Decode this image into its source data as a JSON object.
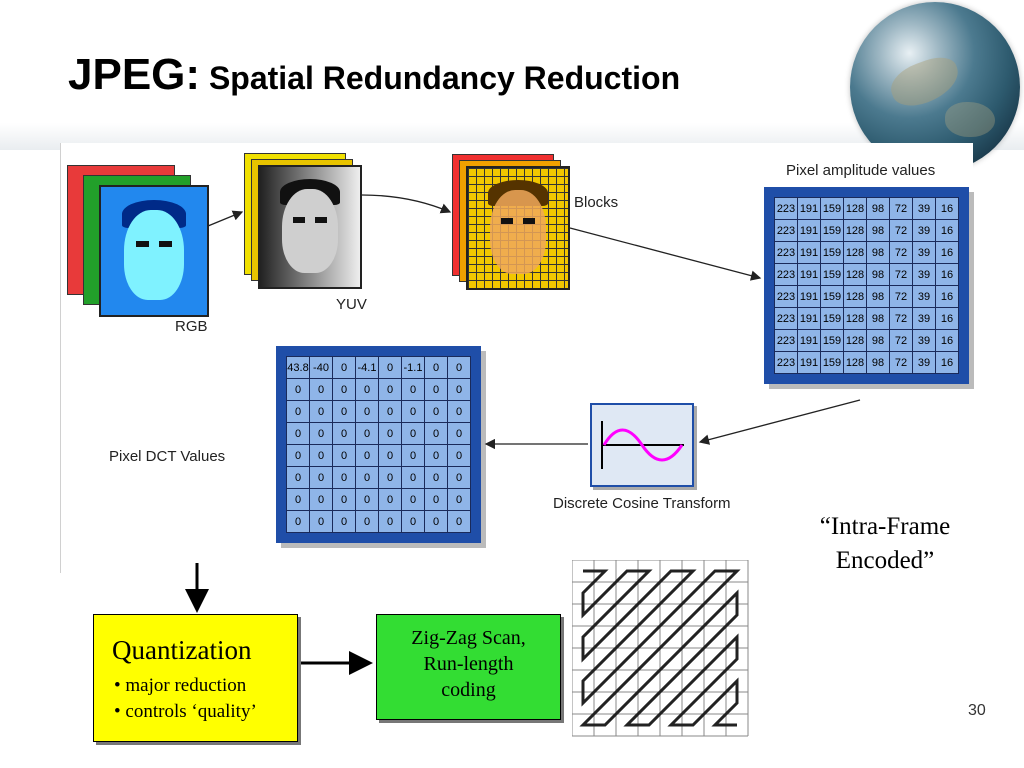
{
  "slide": {
    "title_main": "JPEG:",
    "title_sub": "Spatial Redundancy Reduction",
    "page_number": "30"
  },
  "diagram": {
    "labels": {
      "rgb": "RGB",
      "yuv": "YUV",
      "blocks": "Blocks",
      "pixel_amplitude": "Pixel amplitude values",
      "pixel_dct": "Pixel DCT Values",
      "dct": "Discrete Cosine Transform"
    },
    "amplitude_values": [
      [
        "223",
        "191",
        "159",
        "128",
        "98",
        "72",
        "39",
        "16"
      ],
      [
        "223",
        "191",
        "159",
        "128",
        "98",
        "72",
        "39",
        "16"
      ],
      [
        "223",
        "191",
        "159",
        "128",
        "98",
        "72",
        "39",
        "16"
      ],
      [
        "223",
        "191",
        "159",
        "128",
        "98",
        "72",
        "39",
        "16"
      ],
      [
        "223",
        "191",
        "159",
        "128",
        "98",
        "72",
        "39",
        "16"
      ],
      [
        "223",
        "191",
        "159",
        "128",
        "98",
        "72",
        "39",
        "16"
      ],
      [
        "223",
        "191",
        "159",
        "128",
        "98",
        "72",
        "39",
        "16"
      ],
      [
        "223",
        "191",
        "159",
        "128",
        "98",
        "72",
        "39",
        "16"
      ]
    ],
    "dct_values": [
      [
        "43.8",
        "-40",
        "0",
        "-4.1",
        "0",
        "-1.1",
        "0",
        "0"
      ],
      [
        "0",
        "0",
        "0",
        "0",
        "0",
        "0",
        "0",
        "0"
      ],
      [
        "0",
        "0",
        "0",
        "0",
        "0",
        "0",
        "0",
        "0"
      ],
      [
        "0",
        "0",
        "0",
        "0",
        "0",
        "0",
        "0",
        "0"
      ],
      [
        "0",
        "0",
        "0",
        "0",
        "0",
        "0",
        "0",
        "0"
      ],
      [
        "0",
        "0",
        "0",
        "0",
        "0",
        "0",
        "0",
        "0"
      ],
      [
        "0",
        "0",
        "0",
        "0",
        "0",
        "0",
        "0",
        "0"
      ],
      [
        "0",
        "0",
        "0",
        "0",
        "0",
        "0",
        "0",
        "0"
      ]
    ]
  },
  "quantization": {
    "title": "Quantization",
    "bullets": [
      "• major reduction",
      "• controls ‘quality’"
    ]
  },
  "zigzag": {
    "lines": [
      "Zig-Zag Scan,",
      "Run-length",
      "coding"
    ]
  },
  "intra_frame": {
    "lines": [
      "“Intra-Frame",
      "Encoded”"
    ]
  },
  "colors": {
    "grid_frame": "#1f4ea8",
    "grid_cell": "#8fb5e8",
    "quantization_box": "#ffff00",
    "zigzag_box": "#33dd33",
    "dct_curve": "#ff00ff"
  }
}
